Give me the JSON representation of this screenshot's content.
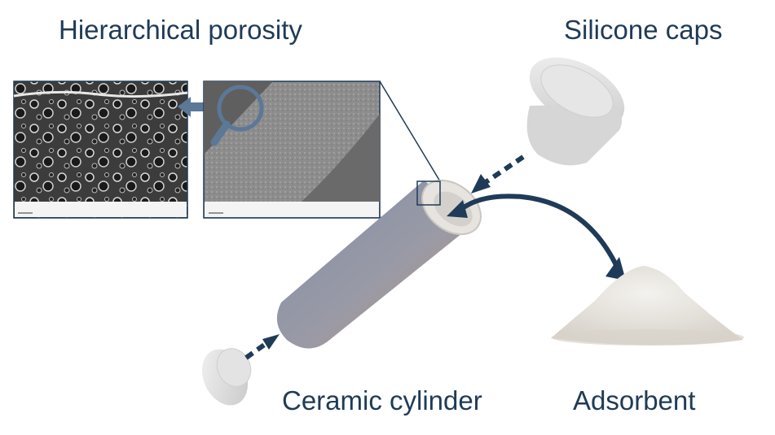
{
  "labels": {
    "hierarchical_porosity": "Hierarchical porosity",
    "silicone_caps": "Silicone caps",
    "ceramic_cylinder": "Ceramic cylinder",
    "adsorbent": "Adsorbent"
  },
  "colors": {
    "label_text": "#1f3b57",
    "arrow_dark": "#1f3b57",
    "arrow_gray": "#5b7897",
    "cylinder_top": "#8c9ab0",
    "cylinder_bottom": "#b08868",
    "cap": "#dcdcdc",
    "powder": "#e6e2dc"
  },
  "icons": [
    "magnifier-icon",
    "left-arrow-icon",
    "curved-arrow-icon",
    "dashed-arrow-icon"
  ]
}
